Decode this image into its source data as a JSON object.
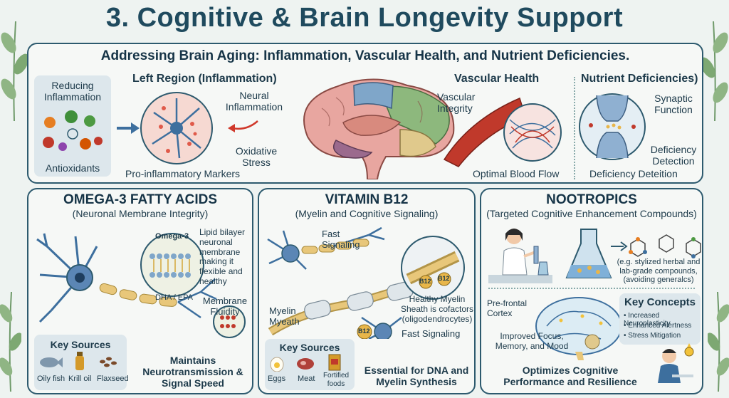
{
  "title": "3. Cognitive & Brain Longevity Support",
  "top": {
    "heading": "Addressing Brain Aging: Inflammation, Vascular Health, and Nutrient Deficiencies.",
    "reducing": "Reducing Inflammation",
    "antioxidants": "Antioxidants",
    "left_region": "Left Region (Inflammation)",
    "neural_inflammation": "Neural Inflammation",
    "oxidative_stress": "Oxidative Stress",
    "proinflammatory": "Pro-inflammatory Markers",
    "vascular_health": "Vascular Health",
    "vascular_integrity": "Vascular Integrity",
    "optimal_blood_flow": "Optimal Blood Flow",
    "nutrient_deficiencies": "Nutrient Deficiencies)",
    "synaptic_function": "Synaptic Function",
    "deficiency_detection": "Deficiency Detection",
    "deficiency_deteition": "Deficiency Deteition"
  },
  "omega": {
    "title": "OMEGA-3 FATTY ACIDS",
    "subtitle": "(Neuronal Membrane Integrity)",
    "omega3": "Omega-3",
    "dha_epa": "DHA / EPA",
    "lipid": "Lipid bilayer neuronal membrane making it flexible and healthy",
    "membrane_fluidity": "Membrane Fluidity",
    "key_sources": "Key Sources",
    "sources": [
      "Oily fish",
      "Krill oil",
      "Flaxseed"
    ],
    "maintains": "Maintains Neurotransmission & Signal Speed"
  },
  "b12": {
    "title": "VITAMIN B12",
    "subtitle": "(Myelin and Cognitive Signaling)",
    "fast_signaling_top": "Fast Signaling",
    "b12_label": "B12",
    "myelin_myeath": "Myelin Myeath",
    "healthy_myelin": "Healthy Myelin Sheath is cofactors (oligodendrocytes)",
    "fast_signaling_bottom": "Fast Signaling",
    "key_sources": "Key Sources",
    "sources": [
      "Eggs",
      "Meat",
      "Fortified foods"
    ],
    "essential": "Essential for DNA and Myelin Synthesis"
  },
  "nootropics": {
    "title": "NOOTROPICS",
    "subtitle": "(Targeted Cognitive Enhancement Compounds)",
    "example": "(e.g. stylized herbal and lab-grade compounds, (avoiding generalcs)",
    "prefrontal": "Pre-frontal Cortex",
    "improved": "Improved Focus, Memory, and Mood",
    "key_concepts": "Key Concepts",
    "concepts": [
      "• Increased Neuroplasticity",
      "• Enhanced Alertness",
      "• Stress Mitigation"
    ],
    "optimizes": "Optimizes Cognitive Performance and Resilience"
  },
  "colors": {
    "border": "#2d5a6e",
    "title": "#1f4a5e",
    "neuron": "#3d6f9e",
    "myelin": "#e8c77a",
    "vessel": "#c0392b"
  }
}
